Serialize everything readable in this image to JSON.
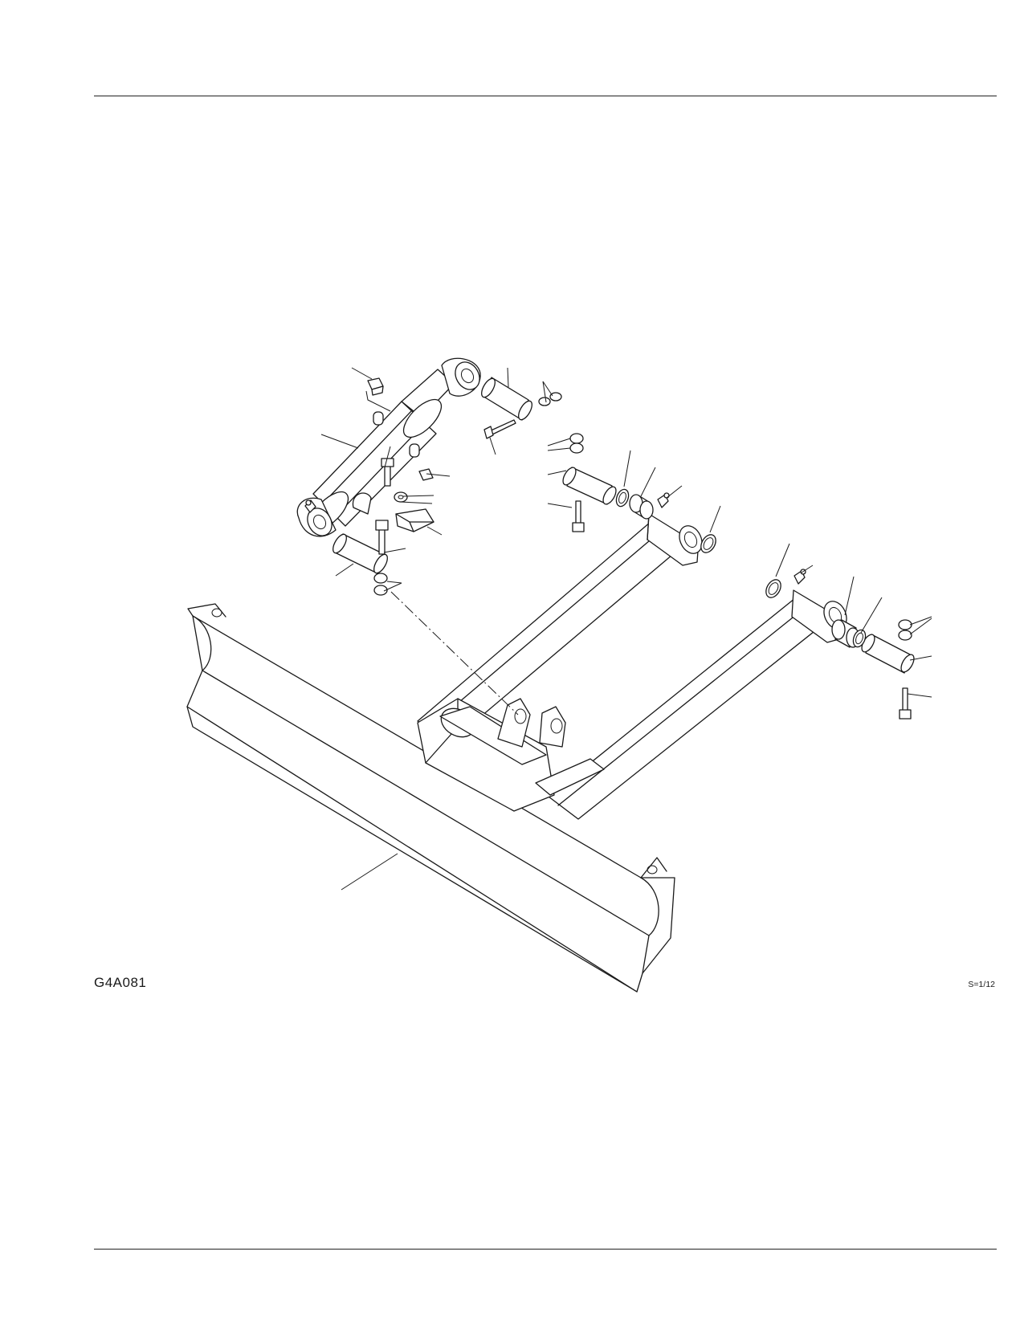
{
  "figure": {
    "code": "G4A081",
    "scale": "S=1/12"
  },
  "parts": [
    {
      "name": "dozer-blade"
    },
    {
      "name": "push-frame-arm-left"
    },
    {
      "name": "push-frame-arm-right"
    },
    {
      "name": "blade-lift-cylinder"
    },
    {
      "name": "pin"
    },
    {
      "name": "bolt"
    },
    {
      "name": "nut"
    },
    {
      "name": "washer"
    },
    {
      "name": "bushing"
    },
    {
      "name": "seal-ring"
    },
    {
      "name": "grease-fitting"
    }
  ]
}
